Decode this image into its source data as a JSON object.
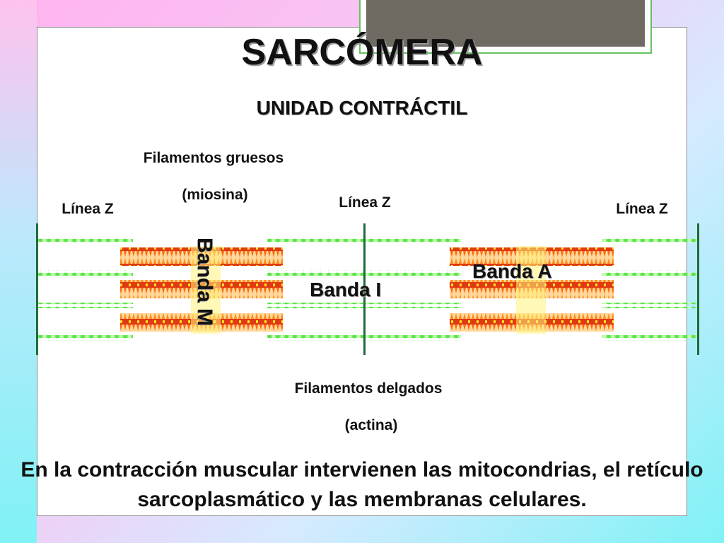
{
  "slide": {
    "title": "SARCÓMERA",
    "subtitle": "UNIDAD CONTRÁCTIL",
    "labels": {
      "thick_filaments_line1": "Filamentos gruesos",
      "thick_filaments_line2": "(miosina)",
      "thin_filaments_line1": "Filamentos delgados",
      "thin_filaments_line2": "(actina)",
      "z_line_left": "Línea Z",
      "z_line_center": "Línea Z",
      "z_line_right": "Línea Z",
      "band_m": "Banda M",
      "band_i": "Banda I",
      "band_a": "Banda A"
    },
    "caption": "En la contracción muscular intervienen las mitocondrias, el retículo sarcoplasmático y las membranas celulares."
  },
  "colors": {
    "z_line": "#1f6b3a",
    "actin": "#7cf56a",
    "myosin_core": "#e03a14",
    "myosin_spikes": "#ff8a1e",
    "myosin_highlight": "#ffe21a"
  }
}
